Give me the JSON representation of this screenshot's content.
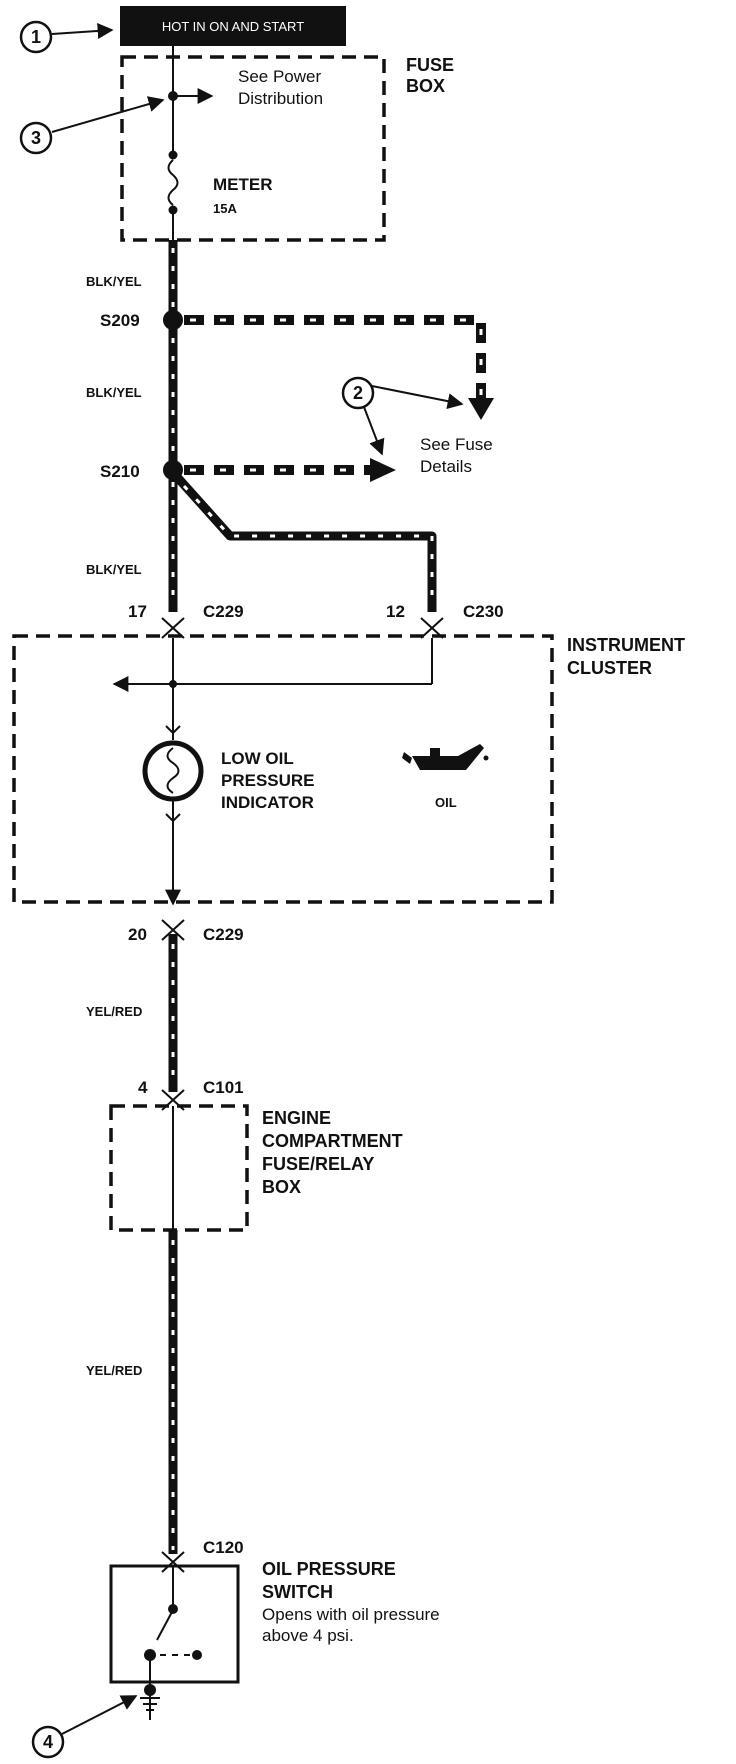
{
  "callouts": [
    "1",
    "2",
    "3",
    "4"
  ],
  "power_label": "HOT IN ON AND START",
  "fuse_box": {
    "title_line1": "FUSE",
    "title_line2": "BOX",
    "see_power_line1": "See Power",
    "see_power_line2": "Distribution",
    "fuse_name": "METER",
    "fuse_rating": "15A"
  },
  "wires": {
    "blk_yel": "BLK/YEL",
    "yel_red": "YEL/RED"
  },
  "splices": {
    "s209": "S209",
    "s210": "S210"
  },
  "see_fuse": {
    "line1": "See Fuse",
    "line2": "Details"
  },
  "connectors": {
    "c229_top_pin": "17",
    "c229_top": "C229",
    "c230_pin": "12",
    "c230": "C230",
    "c229_bottom_pin": "20",
    "c229_bottom": "C229",
    "c101_pin": "4",
    "c101": "C101",
    "c120": "C120"
  },
  "instrument_cluster": {
    "title_line1": "INSTRUMENT",
    "title_line2": "CLUSTER",
    "indicator_line1": "LOW OIL",
    "indicator_line2": "PRESSURE",
    "indicator_line3": "INDICATOR",
    "oil_symbol_label": "OIL"
  },
  "engine_box": {
    "line1": "ENGINE",
    "line2": "COMPARTMENT",
    "line3": "FUSE/RELAY",
    "line4": "BOX"
  },
  "oil_switch": {
    "title_line1": "OIL PRESSURE",
    "title_line2": "SWITCH",
    "desc_line1": "Opens with oil pressure",
    "desc_line2": "above 4 psi."
  }
}
